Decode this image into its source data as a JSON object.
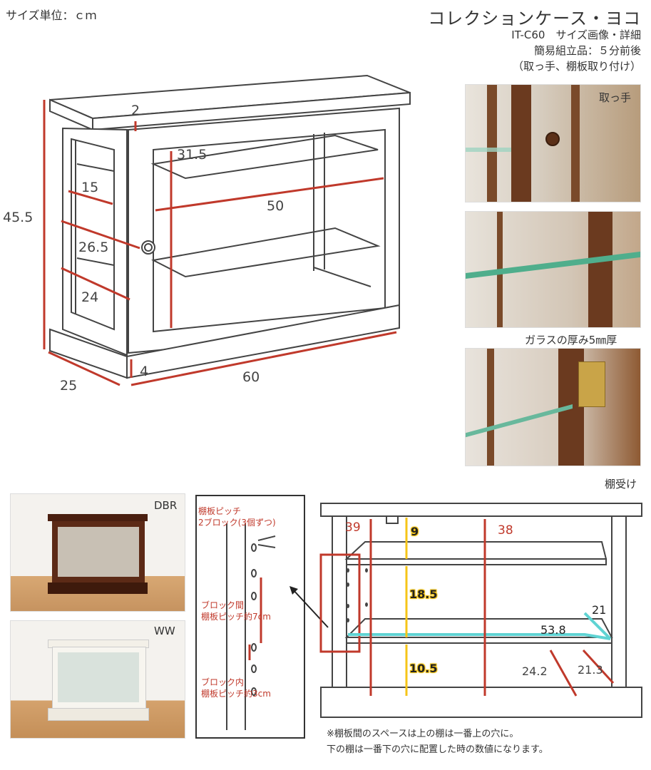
{
  "header": {
    "unit_label": "サイズ単位：ｃｍ",
    "title": "コレクションケース・ヨコ",
    "model": "IT-C60　サイズ画像・詳細",
    "assembly": "簡易組立品：５分前後",
    "assembly_note": "（取っ手、棚板取り付け）"
  },
  "main_dims": {
    "height": "45.5",
    "top_thickness": "2",
    "inner_height": "31.5",
    "depth_top": "15",
    "inner_width": "50",
    "depth_mid": "26.5",
    "depth_bottom": "24",
    "base_height": "4",
    "depth": "25",
    "width": "60"
  },
  "detail_photos": {
    "handle_label": "取っ手",
    "glass_label": "ガラスの厚み5㎜厚",
    "shelf_support_label": "棚受け"
  },
  "color_variants": {
    "dbr_label": "DBR",
    "ww_label": "WW"
  },
  "shelf_pitch": {
    "title_line1": "棚板ピッチ",
    "title_line2": "2ブロック(3個ずつ)",
    "between_line1": "ブロック間",
    "between_line2": "棚板ピッチ約7cm",
    "within_line1": "ブロック内",
    "within_line2": "棚板ピッチ約3cm"
  },
  "interior_dims": {
    "d39": "39",
    "d9": "9",
    "d38": "38",
    "d18_5": "18.5",
    "d21": "21",
    "d53_8": "53.8",
    "d10_5": "10.5",
    "d24_2": "24.2",
    "d21_3": "21.3"
  },
  "footnote": {
    "line1": "※棚板間のスペースは上の棚は一番上の穴に。",
    "line2": "下の棚は一番下の穴に配置した時の数値になります。"
  },
  "colors": {
    "dimension_red": "#c0392b",
    "glass_cyan": "#5fd3d3",
    "measure_yellow": "#f5c518",
    "wood_brown": "#6b3a1f",
    "outline": "#444444"
  }
}
